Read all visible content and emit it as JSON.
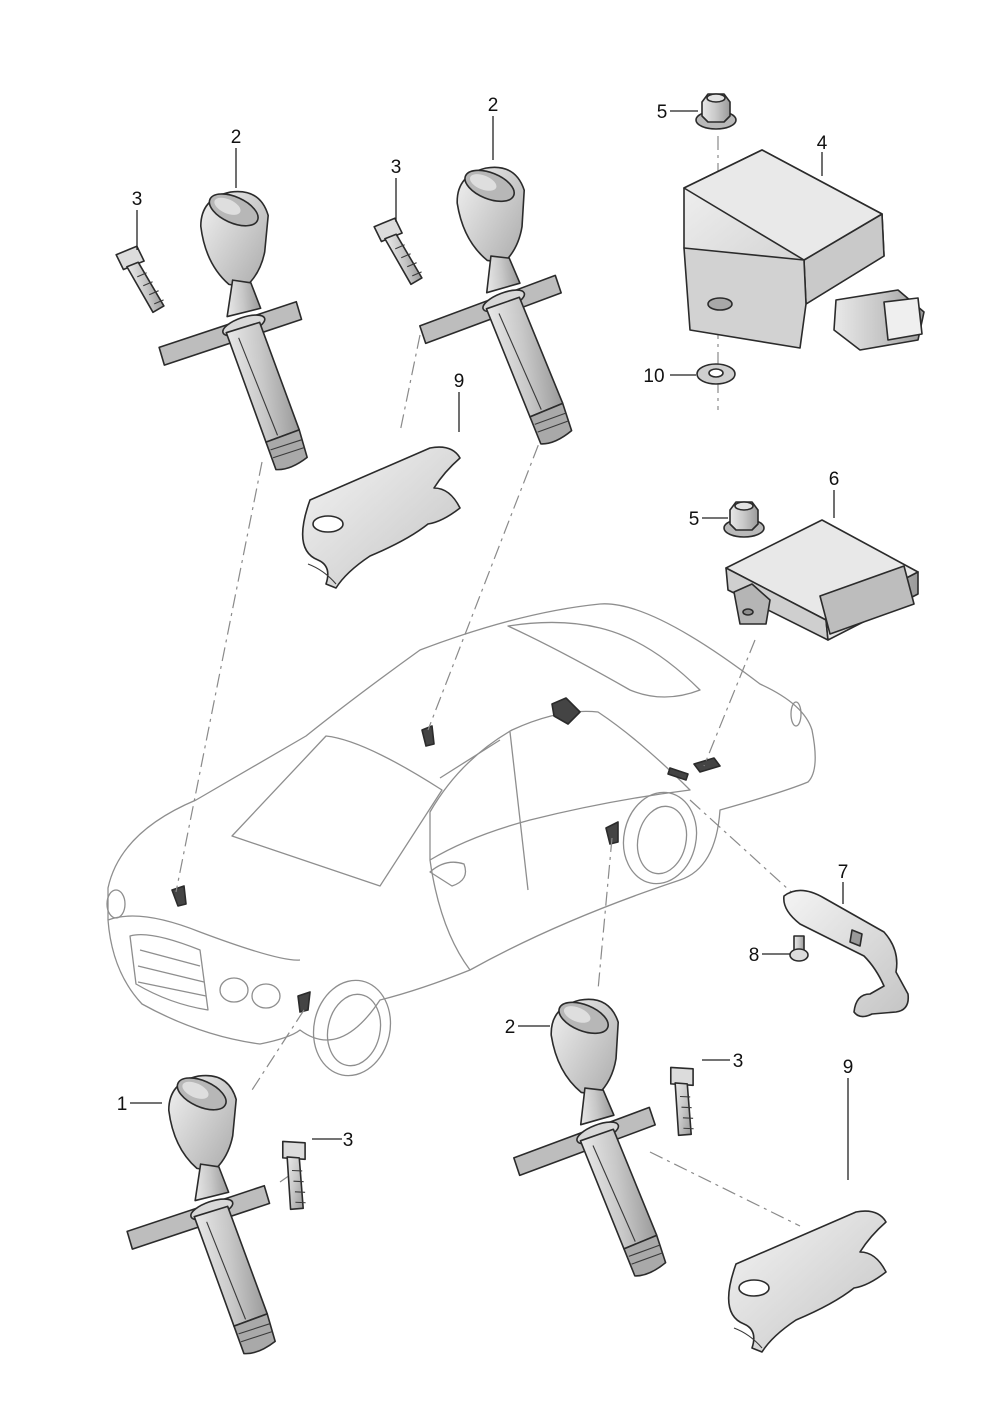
{
  "diagram": {
    "callouts": [
      {
        "id": "c-2a",
        "label": "2"
      },
      {
        "id": "c-3a",
        "label": "3"
      },
      {
        "id": "c-2b",
        "label": "2"
      },
      {
        "id": "c-3b",
        "label": "3"
      },
      {
        "id": "c-9a",
        "label": "9"
      },
      {
        "id": "c-5a",
        "label": "5"
      },
      {
        "id": "c-4",
        "label": "4"
      },
      {
        "id": "c-10",
        "label": "10"
      },
      {
        "id": "c-5b",
        "label": "5"
      },
      {
        "id": "c-6",
        "label": "6"
      },
      {
        "id": "c-7",
        "label": "7"
      },
      {
        "id": "c-8",
        "label": "8"
      },
      {
        "id": "c-2c",
        "label": "2"
      },
      {
        "id": "c-3c",
        "label": "3"
      },
      {
        "id": "c-1",
        "label": "1"
      },
      {
        "id": "c-3d",
        "label": "3"
      },
      {
        "id": "c-9b",
        "label": "9"
      }
    ],
    "colors": {
      "part_fill": "#cdcdcd",
      "part_light": "#e6e6e6",
      "part_dark": "#9c9c9c",
      "car_fill": "#efefef",
      "glass_fill": "#d9d9d9",
      "line": "#2b2b2b"
    }
  }
}
